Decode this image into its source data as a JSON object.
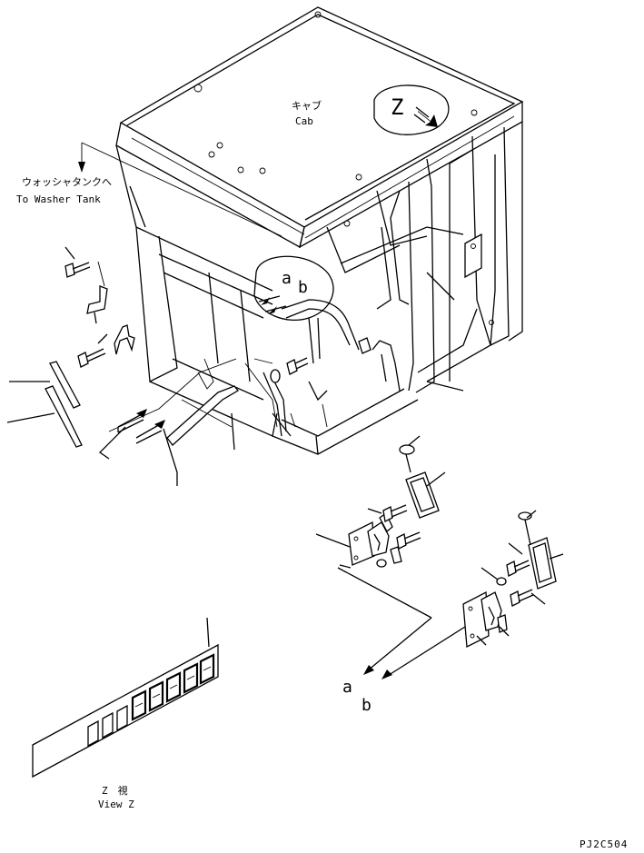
{
  "labels": {
    "cab_jp": "キャブ",
    "cab_en": "Cab",
    "view_marker": "Z",
    "washer_jp": "ウォッシャタンクへ",
    "washer_en": "To Washer Tank",
    "callout_a_top": "a",
    "callout_b_top": "b",
    "callout_a_bottom": "a",
    "callout_b_bottom": "b",
    "view_z_jp": "Z　視",
    "view_z_en": "View Z",
    "drawing_code": "PJ2C504"
  }
}
